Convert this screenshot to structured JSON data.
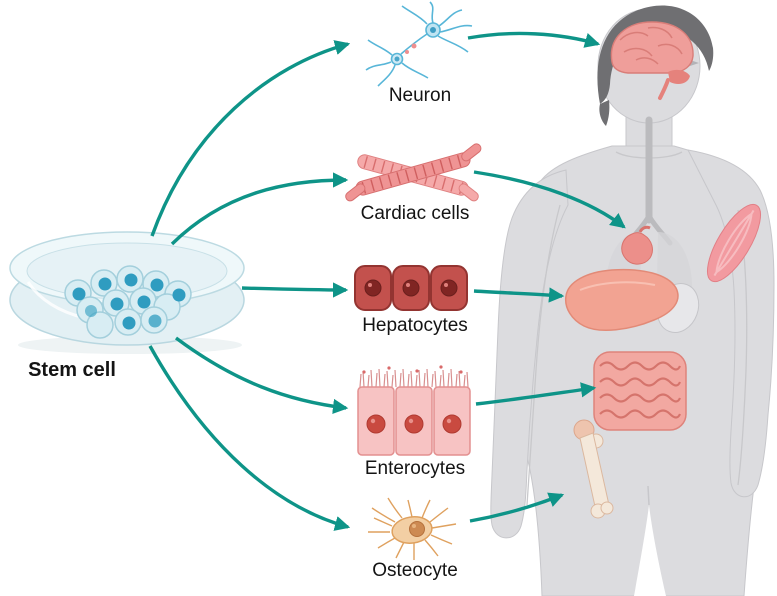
{
  "diagram": {
    "source_label": "Stem cell",
    "cell_types": [
      {
        "id": "neuron",
        "label": "Neuron"
      },
      {
        "id": "cardiac",
        "label": "Cardiac cells"
      },
      {
        "id": "hepatocytes",
        "label": "Hepatocytes"
      },
      {
        "id": "enterocytes",
        "label": "Enterocytes"
      },
      {
        "id": "osteocyte",
        "label": "Osteocyte"
      }
    ],
    "colors": {
      "arrow": "#0e9488",
      "body_silhouette": "#dcdcdf",
      "hair": "#6f6f72",
      "brain_pink": "#ef9e9a",
      "liver_salmon": "#f2a392",
      "stem_cell_cyan": "#d8edf3"
    }
  }
}
